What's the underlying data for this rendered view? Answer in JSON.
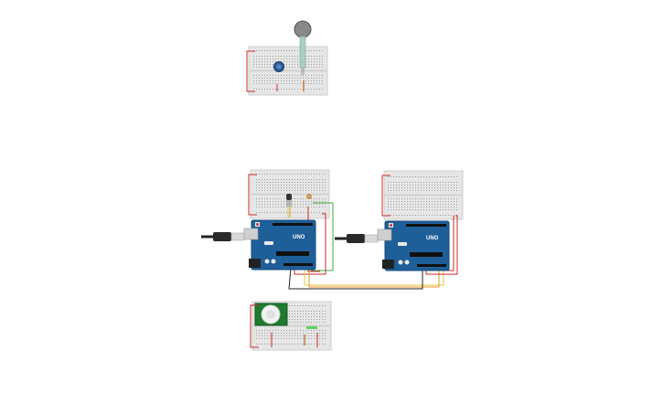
{
  "circuit": {
    "components": [
      {
        "kind": "breadboard",
        "ref": "bb-top"
      },
      {
        "kind": "force-sensor",
        "ref": "fsr"
      },
      {
        "kind": "potentiometer-knob",
        "ref": "pot"
      },
      {
        "kind": "breadboard",
        "ref": "bb-mid-left"
      },
      {
        "kind": "breadboard",
        "ref": "bb-mid-right"
      },
      {
        "kind": "breadboard",
        "ref": "bb-bottom"
      },
      {
        "kind": "arduino-uno",
        "ref": "uno-left",
        "board_label": "UNO"
      },
      {
        "kind": "arduino-uno",
        "ref": "uno-right",
        "board_label": "UNO"
      },
      {
        "kind": "usb-cable",
        "ref": "usb-left"
      },
      {
        "kind": "usb-cable",
        "ref": "usb-right"
      },
      {
        "kind": "pir-sensor",
        "ref": "pir"
      },
      {
        "kind": "temperature-sensor",
        "ref": "temp"
      },
      {
        "kind": "photoresistor",
        "ref": "ldr"
      }
    ],
    "wire_colors": {
      "power": "#cc2a2a",
      "ground": "#222222",
      "signal_green": "#3daa3d",
      "signal_orange": "#e8962a",
      "signal_yellow": "#e6c63a"
    },
    "board_color": "#1f5f99",
    "breadboard_color": "#e8e8e8"
  }
}
